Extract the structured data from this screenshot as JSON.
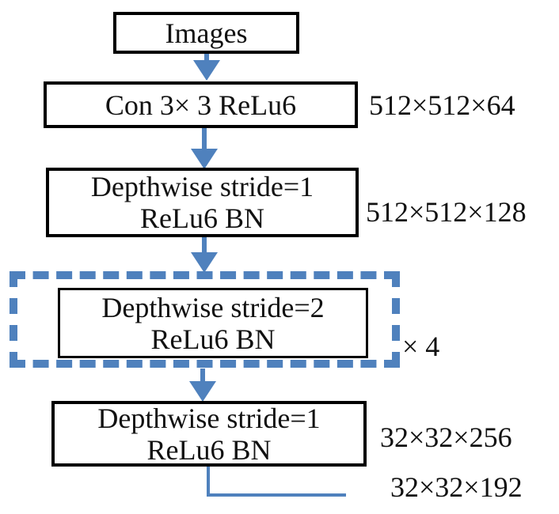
{
  "diagram": {
    "type": "flowchart",
    "description": "CNN architecture diagram with depthwise convolution blocks",
    "colors": {
      "accent_blue": "#4f81bd",
      "box_border": "#000000",
      "background": "#ffffff",
      "text": "#111111"
    },
    "nodes": {
      "images": {
        "label": "Images"
      },
      "conv": {
        "label": "Con 3× 3 ReLu6"
      },
      "dw1": {
        "line1": "Depthwise stride=1",
        "line2": "ReLu6 BN"
      },
      "dw2": {
        "line1": "Depthwise stride=2",
        "line2": "ReLu6 BN"
      },
      "dw3": {
        "line1": "Depthwise stride=1",
        "line2": "ReLu6 BN"
      }
    },
    "annotations": {
      "conv_out": "512×512×64",
      "dw1_out": "512×512×128",
      "repeat_count": "× 4",
      "dw3_out": "32×32×256",
      "branch_out": "32×32×192"
    },
    "edges": [
      {
        "from": "images",
        "to": "conv"
      },
      {
        "from": "conv",
        "to": "dw1"
      },
      {
        "from": "dw1",
        "to": "dw2-group"
      },
      {
        "from": "dw2-group",
        "to": "dw3"
      },
      {
        "from": "dw3",
        "to": "output-branch"
      }
    ]
  }
}
